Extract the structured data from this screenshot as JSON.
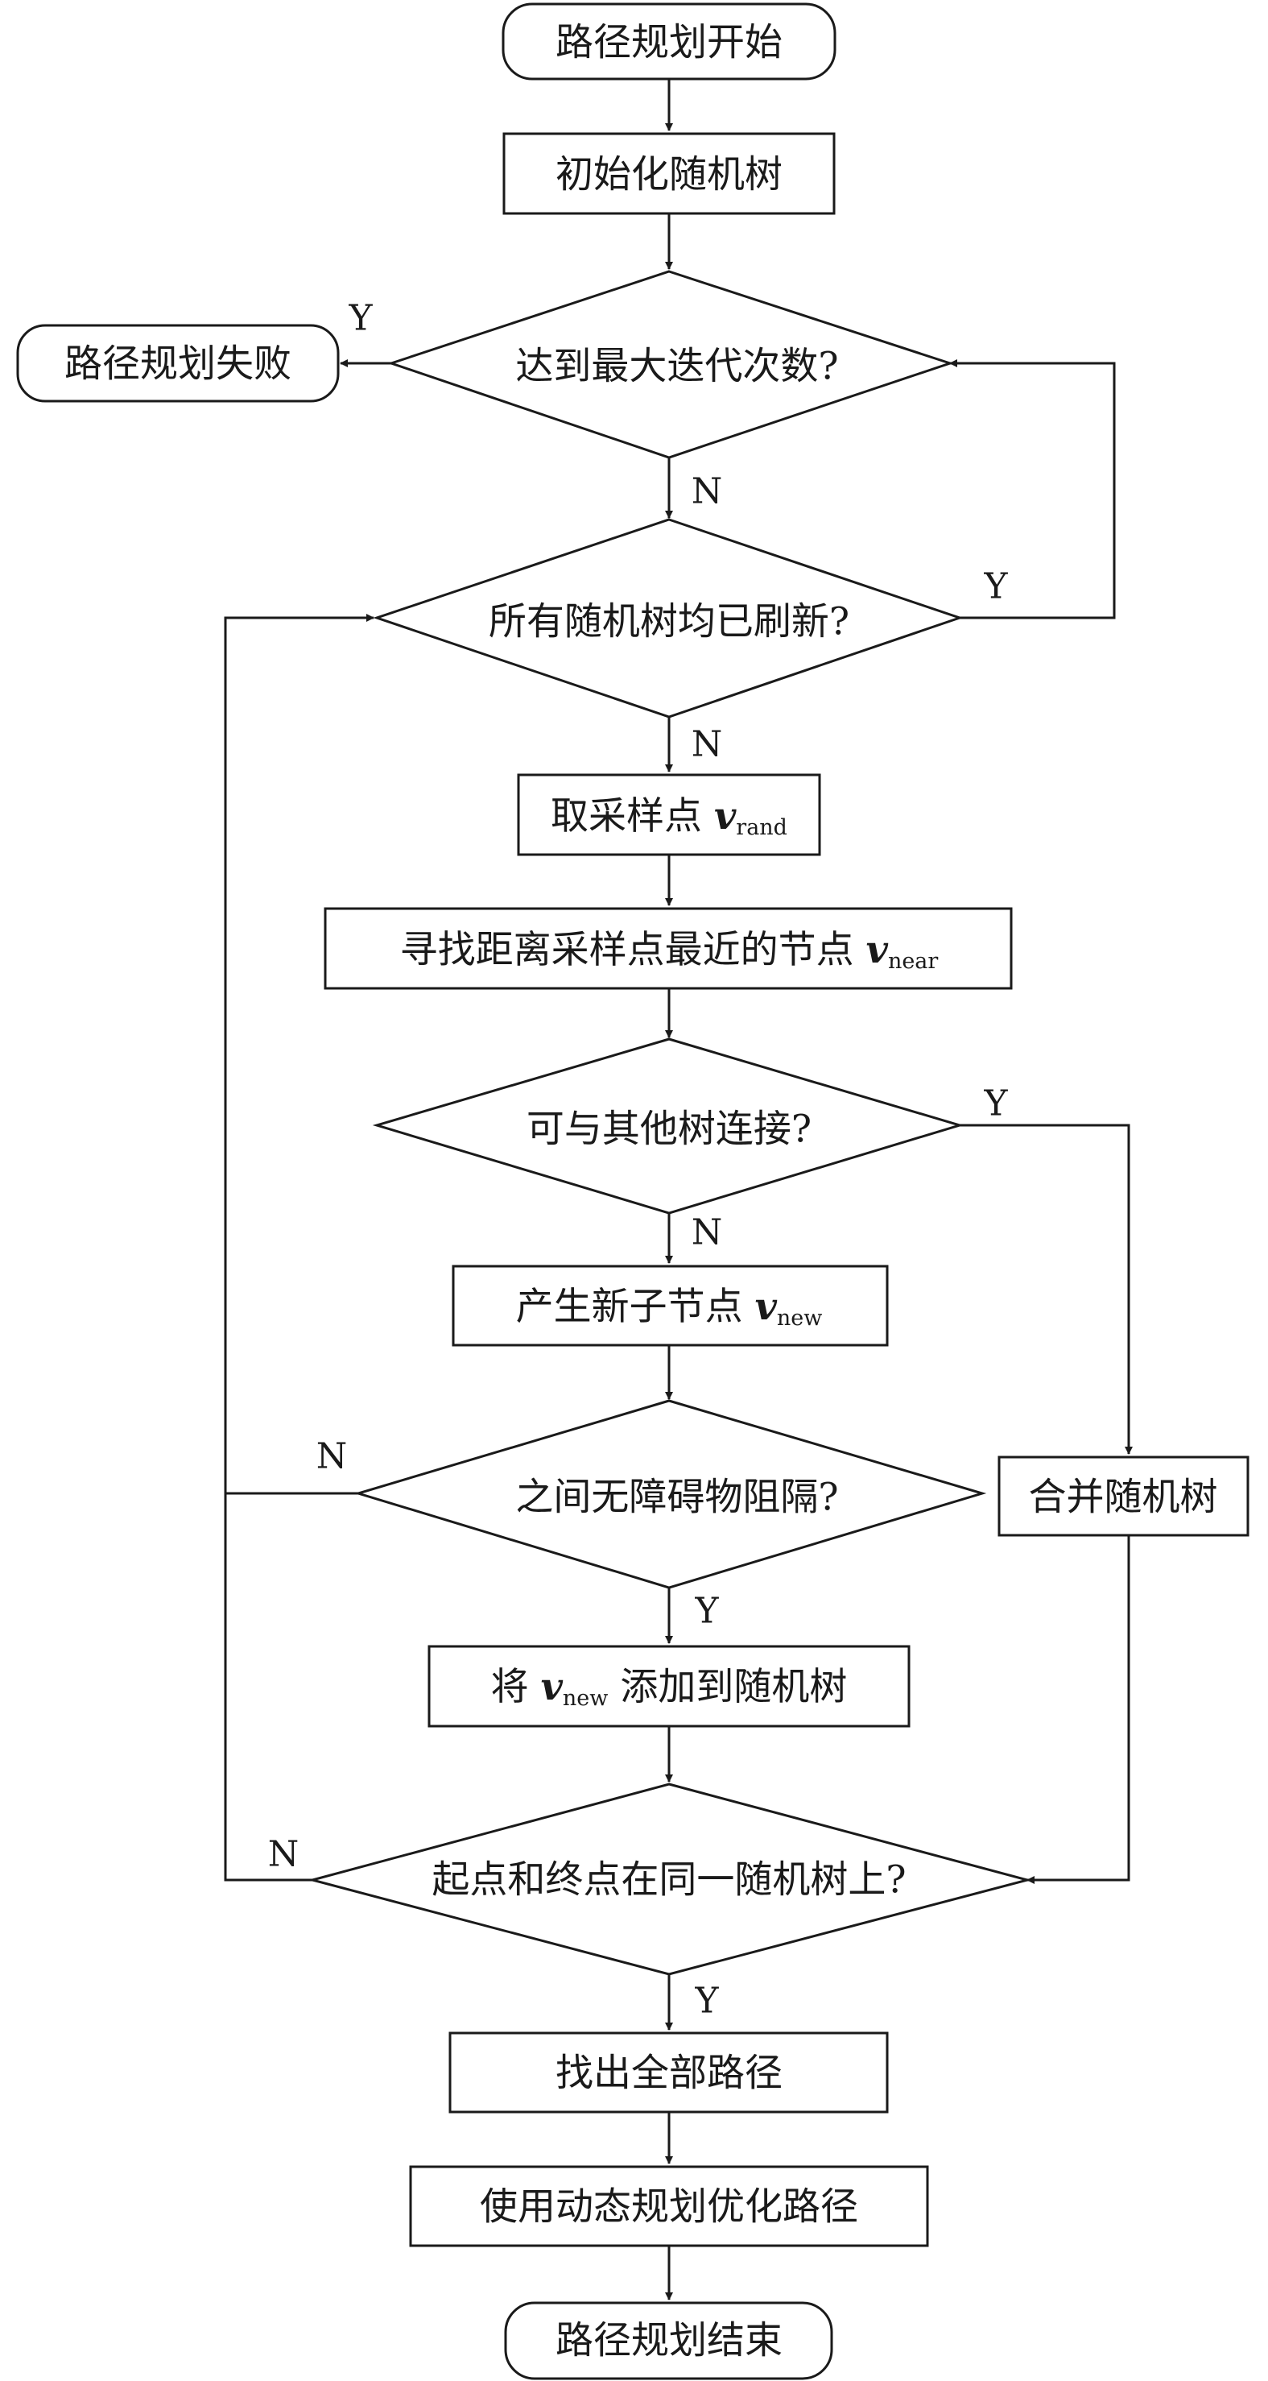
{
  "nodes": {
    "start": "路径规划开始",
    "init_tree": "初始化随机树",
    "max_iter": "达到最大迭代次数?",
    "fail": "路径规划失败",
    "all_refreshed": "所有随机树均已刷新?",
    "sample": {
      "text": "取采样点 ",
      "var": "v",
      "sub": "rand"
    },
    "find_near": {
      "text": "寻找距离采样点最近的节点 ",
      "var": "v",
      "sub": "near"
    },
    "can_connect": "可与其他树连接?",
    "new_child": {
      "text": "产生新子节点 ",
      "var": "v",
      "sub": "new"
    },
    "merge": "合并随机树",
    "no_obstacle": "之间无障碍物阻隔?",
    "add_to_tree": {
      "pre": "将 ",
      "var": "v",
      "sub": "new",
      "post": " 添加到随机树"
    },
    "same_tree": "起点和终点在同一随机树上?",
    "find_paths": "找出全部路径",
    "optimize": "使用动态规划优化路径",
    "end": "路径规划结束"
  },
  "edge_labels": {
    "max_iter_yes": "Y",
    "max_iter_no": "N",
    "all_refreshed_yes": "Y",
    "all_refreshed_no": "N",
    "can_connect_yes": "Y",
    "can_connect_no": "N",
    "no_obstacle_no": "N",
    "no_obstacle_yes": "Y",
    "same_tree_no": "N",
    "same_tree_yes": "Y"
  }
}
